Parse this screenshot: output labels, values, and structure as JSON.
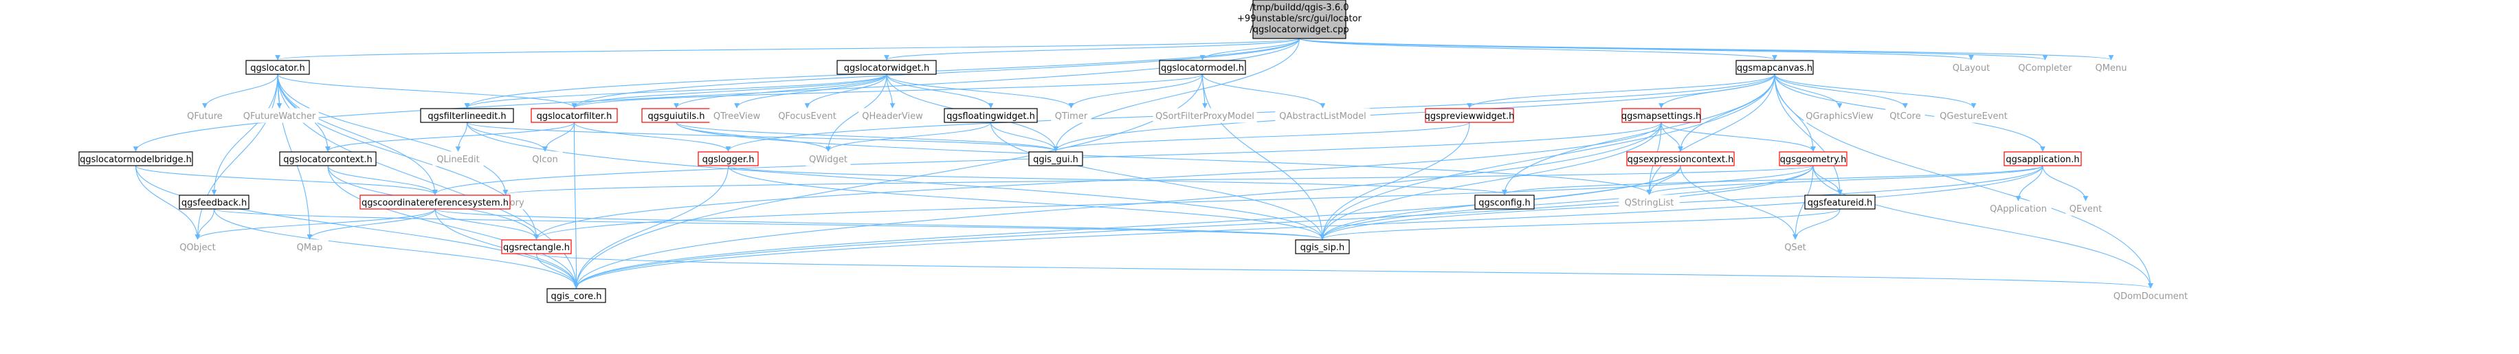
{
  "colors": {
    "edge": "#63b8ff",
    "root_fill": "#bfbfbf",
    "box_stroke": "#000000",
    "red_stroke": "#ff0000",
    "plain_text": "#000000",
    "gray_text": "#999999"
  },
  "root": {
    "line1": "/tmp/buildd/qgis-3.6.0",
    "line2": "+99unstable/src/gui/locator",
    "line3": "/qgslocatorwidget.cpp"
  },
  "nodes": {
    "qgslocator": "qgslocator.h",
    "qgslocatorwidget": "qgslocatorwidget.h",
    "qgslocatormodel": "qgslocatormodel.h",
    "qgsmapcanvas": "qgsmapcanvas.h",
    "qlayout": "QLayout",
    "qcompleter": "QCompleter",
    "qmenu": "QMenu",
    "qfuture": "QFuture",
    "qfuturewatcher": "QFutureWatcher",
    "qgsfilterlineedit": "qgsfilterlineedit.h",
    "qgslocatorfilter": "qgslocatorfilter.h",
    "qgsguiutils": "qgsguiutils.h",
    "qtreeview": "QTreeView",
    "qfocusevent": "QFocusEvent",
    "qheaderview": "QHeaderView",
    "qgsfloatingwidget": "qgsfloatingwidget.h",
    "qtimer": "QTimer",
    "qsortfilterproxymodel": "QSortFilterProxyModel",
    "qabstractlistmodel": "QAbstractListModel",
    "qgspreviewwidget": "qgspreviewwidget.h",
    "qgsmapsettings": "qgsmapsettings.h",
    "qgraphicsview": "QGraphicsView",
    "qtcore": "QtCore",
    "qgestureevent": "QGestureEvent",
    "qgslocatormodelbridge": "qgslocatormodelbridge.h",
    "qlineedit": "QLineEdit",
    "qicon": "QIcon",
    "qgslocatorcontext": "qgslocatorcontext.h",
    "qgslogger": "qgslogger.h",
    "qwidget": "QWidget",
    "qgis_gui": "qgis_gui.h",
    "qgsexpressioncontext": "qgsexpressioncontext.h",
    "qgsgeometry": "qgsgeometry.h",
    "qgsapplication": "qgsapplication.h",
    "qapplication": "QApplication",
    "qevent": "QEvent",
    "qgsfeedback": "qgsfeedback.h",
    "memory": "memory",
    "qgscoordinatereferencesystem": "qgscoordinatereferencesystem.h",
    "qgsconfig": "qgsconfig.h",
    "qstringlist": "QStringList",
    "qgsfeatureid": "qgsfeatureid.h",
    "qobject": "QObject",
    "qmap": "QMap",
    "qgsrectangle": "qgsrectangle.h",
    "qgis_sip": "qgis_sip.h",
    "qset": "QSet",
    "qgis_core": "qgis_core.h",
    "qdomdocument": "QDomDocument"
  },
  "edges": [
    [
      "root",
      "qgslocator"
    ],
    [
      "root",
      "qgslocatorwidget"
    ],
    [
      "root",
      "qgslocatormodel"
    ],
    [
      "root",
      "qgsmapcanvas"
    ],
    [
      "root",
      "qlayout"
    ],
    [
      "root",
      "qcompleter"
    ],
    [
      "root",
      "qmenu"
    ],
    [
      "root",
      "qgslocatorfilter"
    ],
    [
      "root",
      "qgsfilterlineedit"
    ],
    [
      "root",
      "qgslocatormodelbridge"
    ],
    [
      "root",
      "qgis_gui"
    ],
    [
      "qgslocator",
      "qfuture"
    ],
    [
      "qgslocator",
      "qfuturewatcher"
    ],
    [
      "qgslocator",
      "qgslocatorfilter"
    ],
    [
      "qgslocator",
      "qgslocatorcontext"
    ],
    [
      "qgslocator",
      "qgsfeedback"
    ],
    [
      "qgslocator",
      "qgis_core"
    ],
    [
      "qgslocator",
      "qobject"
    ],
    [
      "qgslocator",
      "qmap"
    ],
    [
      "qgslocator",
      "memory"
    ],
    [
      "qgslocator",
      "qgsrectangle"
    ],
    [
      "qgslocator",
      "qgscoordinatereferencesystem"
    ],
    [
      "qgslocatorwidget",
      "qgsfilterlineedit"
    ],
    [
      "qgslocatorwidget",
      "qgsguiutils"
    ],
    [
      "qgslocatorwidget",
      "qgsfloatingwidget"
    ],
    [
      "qgslocatorwidget",
      "qtreeview"
    ],
    [
      "qgslocatorwidget",
      "qfocusevent"
    ],
    [
      "qgslocatorwidget",
      "qheaderview"
    ],
    [
      "qgslocatorwidget",
      "qtimer"
    ],
    [
      "qgslocatorwidget",
      "qgis_gui"
    ],
    [
      "qgslocatorwidget",
      "qwidget"
    ],
    [
      "qgslocatorwidget",
      "qgslocatorfilter"
    ],
    [
      "qgslocatormodel",
      "qgslocatorfilter"
    ],
    [
      "qgslocatormodel",
      "qtimer"
    ],
    [
      "qgslocatormodel",
      "qsortfilterproxymodel"
    ],
    [
      "qgslocatormodel",
      "qabstractlistmodel"
    ],
    [
      "qgslocatormodel",
      "qgis_core"
    ],
    [
      "qgslocatormodel",
      "qgis_sip"
    ],
    [
      "qgsmapcanvas",
      "qgspreviewwidget"
    ],
    [
      "qgsmapcanvas",
      "qgsmapsettings"
    ],
    [
      "qgsmapcanvas",
      "qgraphicsview"
    ],
    [
      "qgsmapcanvas",
      "qtcore"
    ],
    [
      "qgsmapcanvas",
      "qgestureevent"
    ],
    [
      "qgsmapcanvas",
      "qgsexpressioncontext"
    ],
    [
      "qgsmapcanvas",
      "qgsgeometry"
    ],
    [
      "qgsmapcanvas",
      "qgsapplication"
    ],
    [
      "qgsmapcanvas",
      "qgsfeatureid"
    ],
    [
      "qgsmapcanvas",
      "qgis_gui"
    ],
    [
      "qgsmapcanvas",
      "qgsconfig"
    ],
    [
      "qgsmapcanvas",
      "qdomdocument"
    ],
    [
      "qgsmapcanvas",
      "qgis_sip"
    ],
    [
      "qgsmapcanvas",
      "qstringlist"
    ],
    [
      "qgsmapcanvas",
      "qgslogger"
    ],
    [
      "qgsfilterlineedit",
      "qlineedit"
    ],
    [
      "qgsfilterlineedit",
      "qicon"
    ],
    [
      "qgsfilterlineedit",
      "qgis_gui"
    ],
    [
      "qgsfilterlineedit",
      "qgis_sip"
    ],
    [
      "qgslocatorfilter",
      "qicon"
    ],
    [
      "qgslocatorfilter",
      "qgslocatorcontext"
    ],
    [
      "qgslocatorfilter",
      "qgslogger"
    ],
    [
      "qgslocatorfilter",
      "qgis_core"
    ],
    [
      "qgsguiutils",
      "qwidget"
    ],
    [
      "qgsguiutils",
      "qgis_gui"
    ],
    [
      "qgsguiutils",
      "qstringlist"
    ],
    [
      "qgsfloatingwidget",
      "qwidget"
    ],
    [
      "qgsfloatingwidget",
      "qgis_gui"
    ],
    [
      "qgsfloatingwidget",
      "qgis_sip"
    ],
    [
      "qgspreviewwidget",
      "qgis_sip"
    ],
    [
      "qgspreviewwidget",
      "qgis_gui"
    ],
    [
      "qgsmapsettings",
      "qgsexpressioncontext"
    ],
    [
      "qgsmapsettings",
      "qgsgeometry"
    ],
    [
      "qgsmapsettings",
      "qgsrectangle"
    ],
    [
      "qgsmapsettings",
      "qgscoordinatereferencesystem"
    ],
    [
      "qgsmapsettings",
      "qstringlist"
    ],
    [
      "qgsmapsettings",
      "qgis_core"
    ],
    [
      "qgsmapsettings",
      "qgis_sip"
    ],
    [
      "qgsmodelbridge_dummy",
      "qgis_core"
    ],
    [
      "qgslocatormodelbridge",
      "qobject"
    ],
    [
      "qgslocatormodelbridge",
      "qgis_core"
    ],
    [
      "qgslocatormodelbridge",
      "qgscoordinatereferencesystem"
    ],
    [
      "qgslocatorcontext",
      "qgsrectangle"
    ],
    [
      "qgslocatorcontext",
      "qgscoordinatereferencesystem"
    ],
    [
      "qgslocatorcontext",
      "qgis_core"
    ],
    [
      "qgslogger",
      "qgis_core"
    ],
    [
      "qgslogger",
      "qgis_sip"
    ],
    [
      "qgslogger",
      "qgsconfig"
    ],
    [
      "qgsexpressioncontext",
      "qstringlist"
    ],
    [
      "qgsexpressioncontext",
      "qset"
    ],
    [
      "qgsexpressioncontext",
      "qgis_core"
    ],
    [
      "qgsexpressioncontext",
      "qgis_sip"
    ],
    [
      "qgsgeometry",
      "qgsfeatureid"
    ],
    [
      "qgsgeometry",
      "qgsrectangle"
    ],
    [
      "qgsgeometry",
      "qset"
    ],
    [
      "qgsgeometry",
      "qgis_core"
    ],
    [
      "qgsgeometry",
      "qgis_sip"
    ],
    [
      "qgsgeometry",
      "qdomdocument"
    ],
    [
      "qgsgeometry",
      "memory"
    ],
    [
      "qgsapplication",
      "qapplication"
    ],
    [
      "qgsapplication",
      "qevent"
    ],
    [
      "qgsapplication",
      "qstringlist"
    ],
    [
      "qgsapplication",
      "qgis_core"
    ],
    [
      "qgsapplication",
      "qgis_sip"
    ],
    [
      "qgsapplication",
      "qgsconfig"
    ],
    [
      "qgsfeedback",
      "qobject"
    ],
    [
      "qgsfeedback",
      "qgis_core"
    ],
    [
      "qgsfeedback",
      "qgis_sip"
    ],
    [
      "qgscoordinatereferencesystem",
      "qobject"
    ],
    [
      "qgscoordinatereferencesystem",
      "qmap"
    ],
    [
      "qgscoordinatereferencesystem",
      "qgsrectangle"
    ],
    [
      "qgscoordinatereferencesystem",
      "qgis_core"
    ],
    [
      "qgscoordinatereferencesystem",
      "qgis_sip"
    ],
    [
      "qgsfeatureid",
      "qset"
    ],
    [
      "qgsfeatureid",
      "qgis_sip"
    ],
    [
      "qgsrectangle",
      "qgis_core"
    ],
    [
      "qgsrectangle",
      "qdomdocument"
    ]
  ]
}
